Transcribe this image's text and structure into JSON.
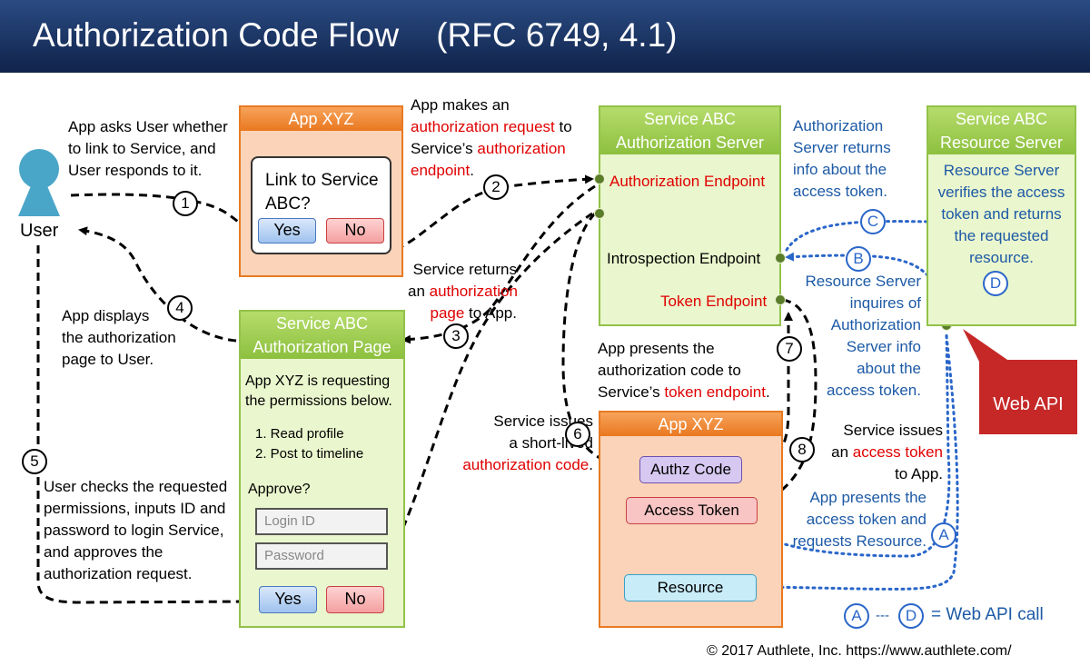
{
  "title": "Authorization Code Flow    (RFC 6749, 4.1)",
  "user_label": "User",
  "app_top": {
    "title": "App XYZ",
    "dialog_text": "Link to Service\nABC?",
    "yes": "Yes",
    "no": "No"
  },
  "auth_server": {
    "title": "Service ABC\nAuthorization Server",
    "authorization_endpoint": "Authorization Endpoint",
    "introspection_endpoint": "Introspection Endpoint",
    "token_endpoint": "Token Endpoint"
  },
  "resource_server": {
    "title": "Service ABC\nResource Server",
    "text": "Resource Server\nverifies the access\ntoken and returns\nthe requested\nresource."
  },
  "auth_page": {
    "title": "Service ABC\nAuthorization Page",
    "request_text": "App XYZ is requesting\nthe permissions below.",
    "permissions": [
      "1. Read profile",
      "2. Post to timeline"
    ],
    "approve": "Approve?",
    "login_placeholder": "Login ID",
    "password_placeholder": "Password",
    "yes": "Yes",
    "no": "No"
  },
  "app_bottom": {
    "title": "App XYZ",
    "authz_code": "Authz Code",
    "access_token": "Access Token",
    "resource": "Resource"
  },
  "steps": [
    "1",
    "2",
    "3",
    "4",
    "5",
    "6",
    "7",
    "8"
  ],
  "api_steps": [
    "A",
    "B",
    "C",
    "D"
  ],
  "notes": {
    "step1": "App asks User whether\nto link to Service, and\nUser responds to it.",
    "step2_a": "App makes an",
    "step2_b": "authorization request",
    "step2_c": " to",
    "step2_d": "Service’s ",
    "step2_e": "authorization",
    "step2_f": "endpoint",
    "step2_g": ".",
    "step3_a": "Service returns",
    "step3_b": "an ",
    "step3_c": "authorization",
    "step3_d": "page",
    "step3_e": " to App.",
    "step4": "App displays\nthe authorization\npage to User.",
    "step5": "User checks the requested\npermissions, inputs ID and\npassword to login Service,\nand approves the\nauthorization request.",
    "step6_a": "Service issues\na short-lived",
    "step6_b": "authorization code",
    "step6_c": ".",
    "step7_a": "App presents the\nauthorization code to\nService’s ",
    "step7_b": "token endpoint",
    "step7_c": ".",
    "step8_a": "Service issues",
    "step8_b": "an ",
    "step8_c": "access token",
    "step8_d": "to App.",
    "stepA": "App presents the\naccess token and\nrequests Resource.",
    "stepB": "Resource Server\ninquires of\nAuthorization\nServer info\nabout the\naccess token.",
    "stepC": "Authorization\nServer returns\ninfo about the\naccess token."
  },
  "web_api_callout": "Web API",
  "legend": {
    "a": "A",
    "sep": "---",
    "d": "D",
    "text": "= Web API call"
  },
  "copyright": "© 2017 Authlete, Inc.  https://www.authlete.com/",
  "colors": {
    "title_bar": "#1a3464",
    "highlight_red": "#e00000",
    "api_blue": "#2a66c9",
    "callout": "#c62828"
  }
}
